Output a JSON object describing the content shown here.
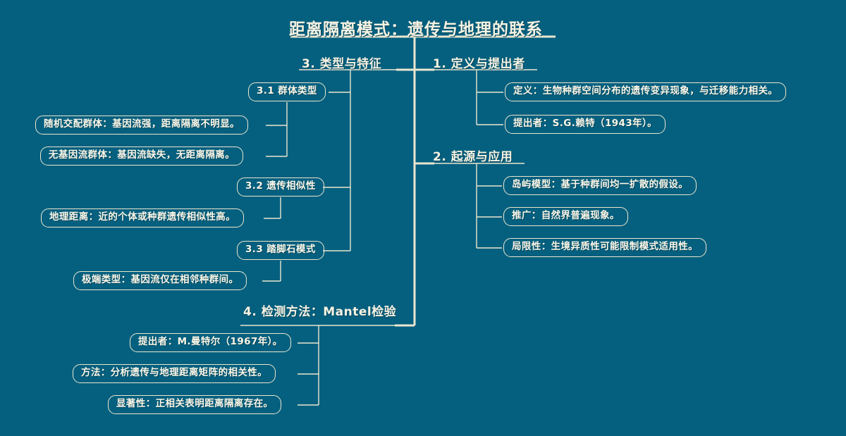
{
  "meta": {
    "kind": "mindmap",
    "background_color": "#05607f",
    "line_color": "#ece6cf",
    "text_color": "#fbf7e8"
  },
  "root": {
    "title": "距离隔离模式：遗传与地理的联系"
  },
  "branches": [
    {
      "id": "b1",
      "label": "1. 定义与提出者",
      "side": "right",
      "children": [
        {
          "label": "定义：生物种群空间分布的遗传变异现象，与迁移能力相关。"
        },
        {
          "label": "提出者：S.G.赖特（1943年）。"
        }
      ]
    },
    {
      "id": "b2",
      "label": "2. 起源与应用",
      "side": "right",
      "children": [
        {
          "label": "岛屿模型：基于种群间均一扩散的假设。"
        },
        {
          "label": "推广：自然界普遍现象。"
        },
        {
          "label": "局限性：生境异质性可能限制模式适用性。"
        }
      ]
    },
    {
      "id": "b3",
      "label": "3. 类型与特征",
      "side": "left",
      "children": [
        {
          "label": "3.1 群体类型",
          "children": [
            {
              "label": "随机交配群体：基因流强，距离隔离不明显。"
            },
            {
              "label": "无基因流群体：基因流缺失，无距离隔离。"
            }
          ]
        },
        {
          "label": "3.2 遗传相似性",
          "children": [
            {
              "label": "地理距离：近的个体或种群遗传相似性高。"
            }
          ]
        },
        {
          "label": "3.3 踏脚石模式",
          "children": [
            {
              "label": "极端类型：基因流仅在相邻种群间。"
            }
          ]
        }
      ]
    },
    {
      "id": "b4",
      "label": "4. 检测方法：Mantel检验",
      "side": "left",
      "children": [
        {
          "label": "提出者：M.曼特尔（1967年）。"
        },
        {
          "label": "方法：分析遗传与地理距离矩阵的相关性。"
        },
        {
          "label": "显著性：正相关表明距离隔离存在。"
        }
      ]
    }
  ]
}
